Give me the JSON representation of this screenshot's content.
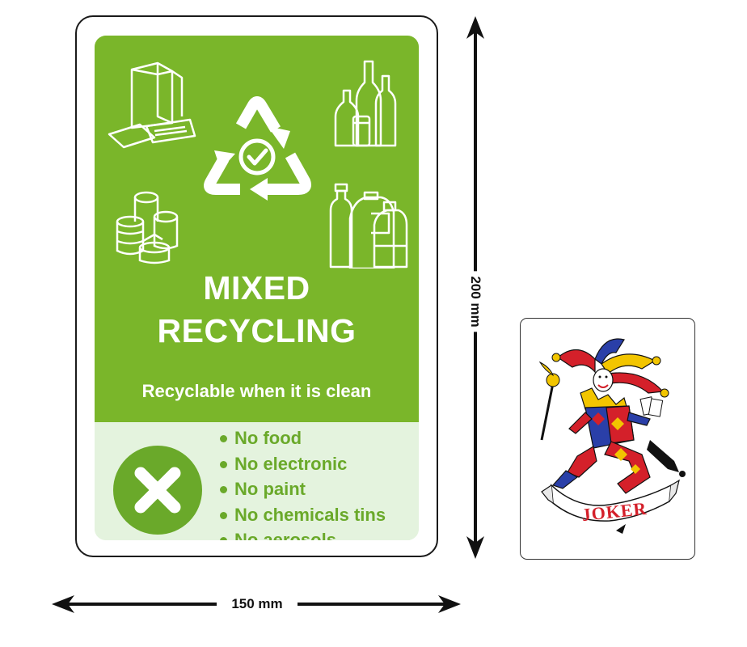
{
  "sign": {
    "title_line1": "MIXED",
    "title_line2": "RECYCLING",
    "subtitle": "Recyclable when it is clean",
    "not_allowed": [
      "No food",
      "No electronic",
      "No paint",
      "No chemicals tins",
      "No aerosols"
    ],
    "colors": {
      "green": "#7ab62a",
      "pale_green": "#e4f3de",
      "list_text": "#6aa92a"
    },
    "icons": [
      "cardboard-box-icon",
      "glass-bottles-icon",
      "recycle-symbol-icon",
      "tin-cans-icon",
      "plastic-bottles-icon",
      "x-mark-icon"
    ]
  },
  "dimensions": {
    "height_label": "200 mm",
    "width_label": "150 mm"
  },
  "card": {
    "label": "JOKER",
    "colors": {
      "red": "#d4202a",
      "blue": "#2a3fa8",
      "yellow": "#f2c500"
    }
  }
}
